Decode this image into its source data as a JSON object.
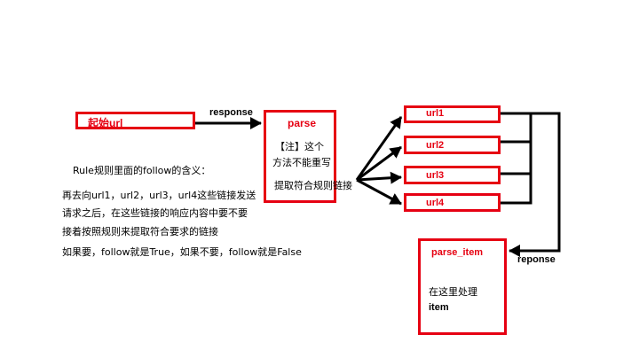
{
  "nodes": {
    "start": "起始url",
    "parse": "parse",
    "parse_note_line1": "【注】这个",
    "parse_note_line2": "方法不能重写",
    "parse_note_line3": "提取符合规则链接",
    "url1": "url1",
    "url2": "url2",
    "url3": "url3",
    "url4": "url4",
    "parse_item": "parse_item",
    "parse_item_note_line1": "在这里处理",
    "parse_item_note_line2": "item"
  },
  "edge_labels": {
    "response": "response",
    "reponse": "reponse"
  },
  "explanation": {
    "line1": "Rule规则里面的follow的含义：",
    "line2": "再去向url1，url2，url3，url4这些链接发送",
    "line3": "请求之后，在这些链接的响应内容中要不要",
    "line4": "接着按照规则来提取符合要求的链接",
    "line5": "如果要，follow就是True，如果不要，follow就是False"
  },
  "colors": {
    "box_border": "#e60012",
    "arrow": "#000000"
  }
}
